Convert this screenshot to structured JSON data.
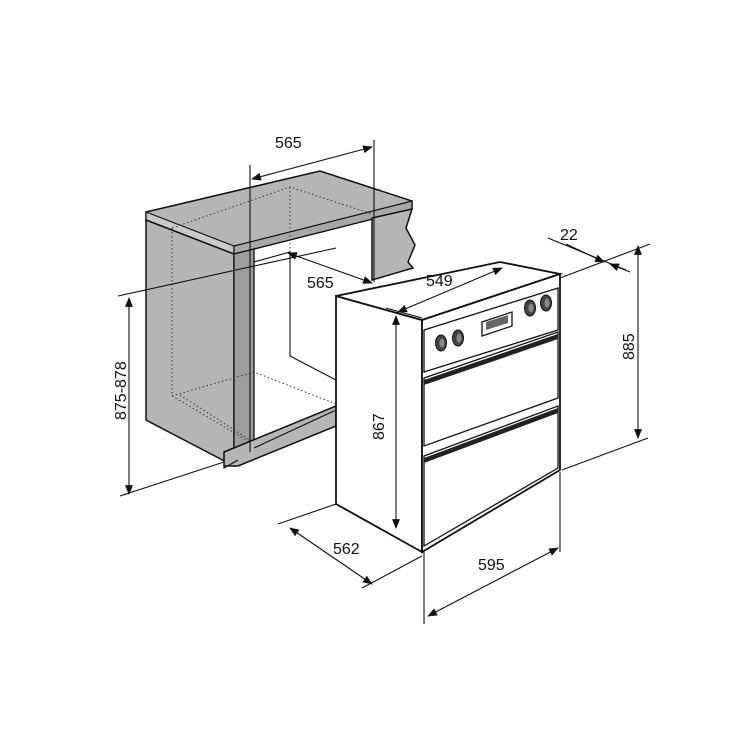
{
  "dimensions": {
    "cavity_width_top": "565",
    "cavity_depth": "565",
    "cavity_height": "875-878",
    "oven_top_width": "549",
    "oven_thickness": "22",
    "oven_total_height": "885",
    "oven_body_height": "867",
    "oven_depth": "562",
    "oven_width": "595"
  },
  "colors": {
    "cabinet_fill": "#b5b5b5",
    "oven_fill": "#ffffff",
    "line": "#111111"
  },
  "icons": {
    "knob": "knob-icon",
    "display": "display-icon",
    "arrow": "arrowhead-icon"
  }
}
